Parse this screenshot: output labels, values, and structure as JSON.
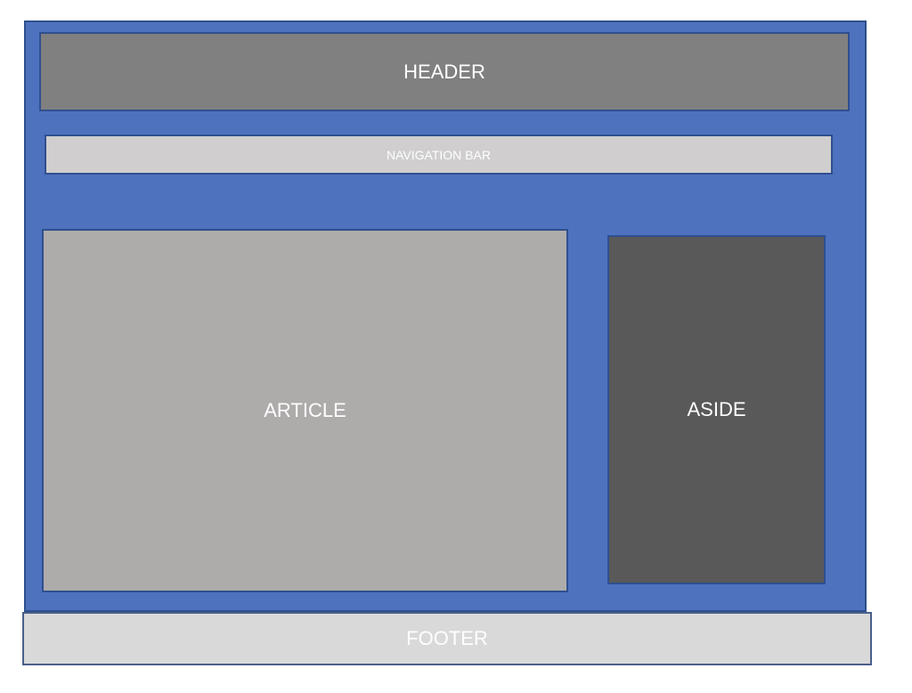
{
  "diagram": {
    "header": {
      "label": "HEADER"
    },
    "navigation_bar": {
      "label": "NAVIGATION BAR"
    },
    "article": {
      "label": "ARTICLE"
    },
    "aside": {
      "label": "ASIDE"
    },
    "footer": {
      "label": "FOOTER"
    }
  },
  "colors": {
    "container": "#4f72bf",
    "header": "#808080",
    "navigation_bar": "#d0cece",
    "article": "#aeabab",
    "aside": "#595959",
    "footer": "#d9d9d9",
    "text": "#ffffff"
  }
}
